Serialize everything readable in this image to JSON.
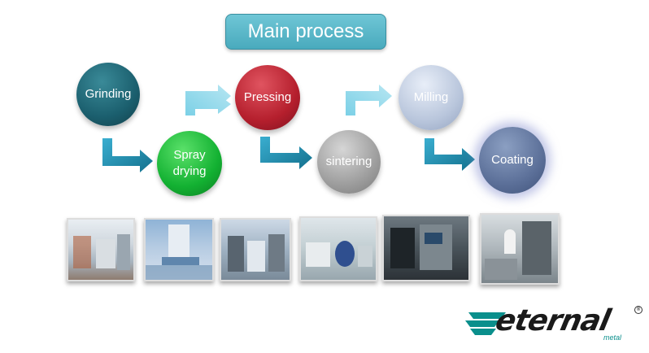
{
  "title": "Main process",
  "steps": [
    {
      "label": "Grinding"
    },
    {
      "label": "Spray\ndrying"
    },
    {
      "label": "Pressing"
    },
    {
      "label": "sintering"
    },
    {
      "label": "Milling"
    },
    {
      "label": "Coating"
    }
  ],
  "logo": {
    "text": "eternal",
    "sub": "metal"
  },
  "colors": {
    "title_bg": "#4aaabe",
    "grinding": "#1b5f6e",
    "spray_drying": "#13b132",
    "pressing": "#b51f2d",
    "sintering": "#9e9e9e",
    "milling": "#b9c6dc",
    "coating": "#5c7099",
    "arrow": "#1e8fae",
    "logo_accent": "#0a8f8c"
  }
}
